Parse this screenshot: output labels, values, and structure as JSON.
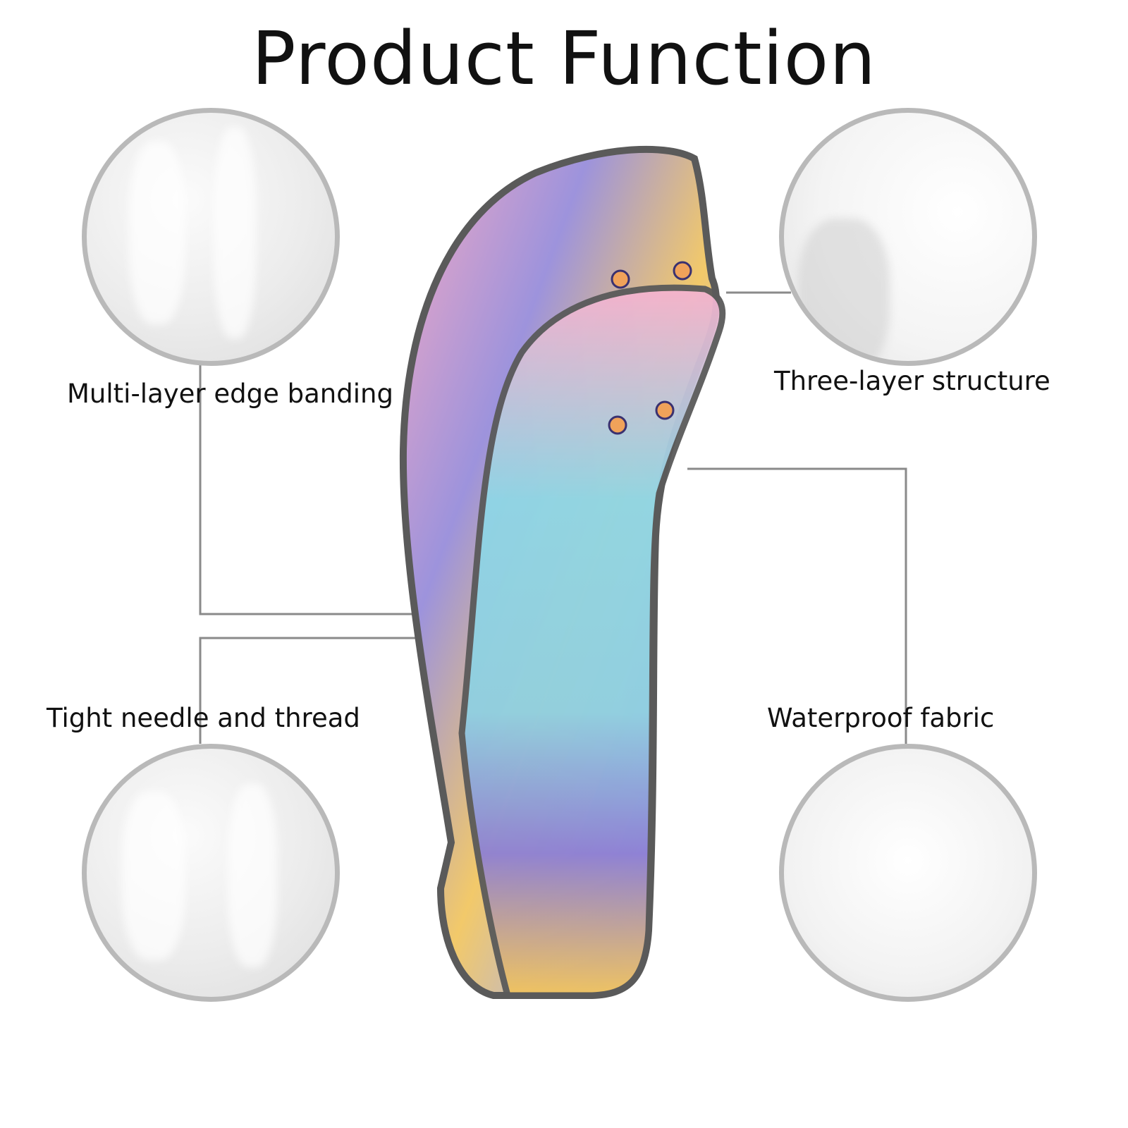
{
  "title": "Product Function",
  "features": [
    {
      "label": "Multi-layer edge banding"
    },
    {
      "label": "Three-layer structure"
    },
    {
      "label": "Tight needle and thread"
    },
    {
      "label": "Waterproof fabric"
    }
  ],
  "colors": {
    "border": "#b9b9b9",
    "line": "#8a8a8a",
    "trim": "#5a5a5a"
  }
}
